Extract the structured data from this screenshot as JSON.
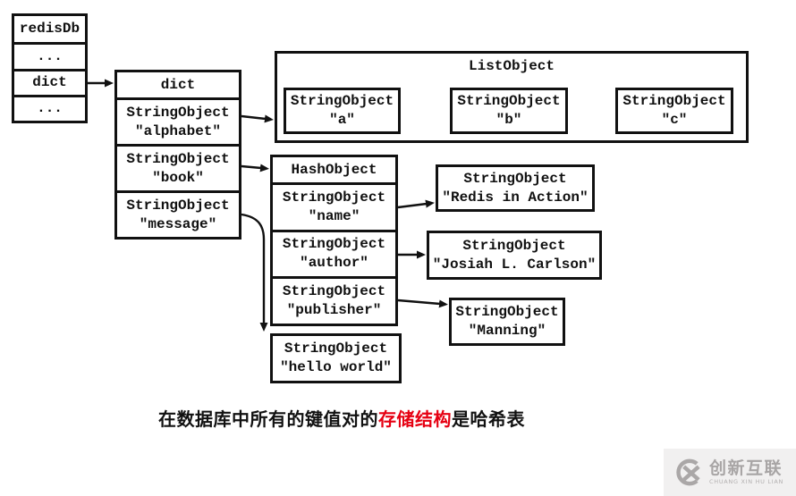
{
  "colors": {
    "line": "#111111",
    "background": "#ffffff",
    "caption_highlight": "#e60012",
    "watermark_gray": "#a8a5a5",
    "watermark_bg": "#f1f0f0"
  },
  "redisdb_box": {
    "header": "redisDb",
    "dots_top": "...",
    "dict_cell": "dict",
    "dots_bottom": "..."
  },
  "dict_box": {
    "header": "dict",
    "rows": {
      "alphabet": {
        "type": "StringObject",
        "value": "\"alphabet\""
      },
      "book": {
        "type": "StringObject",
        "value": "\"book\""
      },
      "message": {
        "type": "StringObject",
        "value": "\"message\""
      }
    }
  },
  "list_object": {
    "title": "ListObject",
    "items": {
      "a": {
        "type": "StringObject",
        "value": "\"a\""
      },
      "b": {
        "type": "StringObject",
        "value": "\"b\""
      },
      "c": {
        "type": "StringObject",
        "value": "\"c\""
      }
    }
  },
  "hash_object": {
    "header": "HashObject",
    "rows": {
      "name": {
        "type": "StringObject",
        "value": "\"name\""
      },
      "author": {
        "type": "StringObject",
        "value": "\"author\""
      },
      "publisher": {
        "type": "StringObject",
        "value": "\"publisher\""
      }
    }
  },
  "value_boxes": {
    "redis_in_action": {
      "type": "StringObject",
      "value": "\"Redis in Action\""
    },
    "josiah": {
      "type": "StringObject",
      "value": "\"Josiah L. Carlson\""
    },
    "manning": {
      "type": "StringObject",
      "value": "\"Manning\""
    },
    "hello_world": {
      "type": "StringObject",
      "value": "\"hello world\""
    }
  },
  "caption": {
    "prefix": "在数据库中所有的键值对的",
    "highlight": "存储结构",
    "suffix": "是哈希表"
  },
  "watermark": {
    "brand": "创新互联",
    "subtitle": "CHUANG XIN HU LIAN"
  }
}
